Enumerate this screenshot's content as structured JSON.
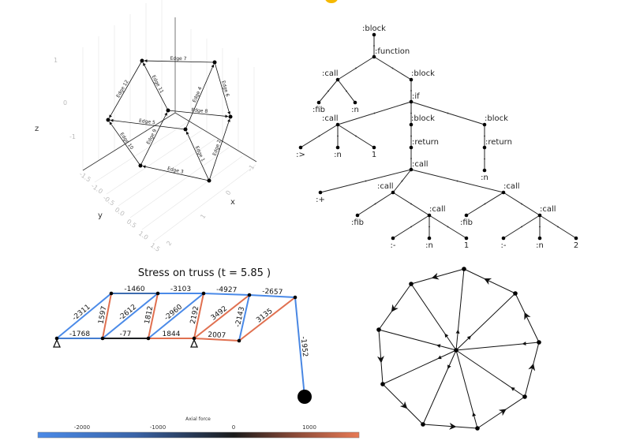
{
  "plot3d": {
    "axis_labels": {
      "x": "x",
      "y": "y",
      "z": "z"
    },
    "z_ticks": [
      "1",
      "0",
      "-1"
    ],
    "y_ticks": [
      "-1.5",
      "-1.0",
      "-0.5",
      "0.0",
      "0.5",
      "1.0",
      "1.5"
    ],
    "x_ticks": [
      "-1",
      "0",
      "1",
      "2"
    ],
    "edges": [
      {
        "label": "Edge 1",
        "from": "H",
        "to": "F"
      },
      {
        "label": "Edge 2",
        "from": "H",
        "to": "E"
      },
      {
        "label": "Edge 3",
        "from": "H",
        "to": "G"
      },
      {
        "label": "Edge 4",
        "from": "F",
        "to": "B"
      },
      {
        "label": "Edge 5",
        "from": "F",
        "to": "C"
      },
      {
        "label": "Edge 6",
        "from": "B",
        "to": "E"
      },
      {
        "label": "Edge 7",
        "from": "B",
        "to": "A"
      },
      {
        "label": "Edge 8",
        "from": "D",
        "to": "E"
      },
      {
        "label": "Edge 9",
        "from": "G",
        "to": "D"
      },
      {
        "label": "Edge 10",
        "from": "G",
        "to": "C"
      },
      {
        "label": "Edge 11",
        "from": "D",
        "to": "A"
      },
      {
        "label": "Edge 12",
        "from": "A",
        "to": "C"
      }
    ]
  },
  "tree": {
    "nodes": [
      {
        "label": ":block",
        "parent": -1
      },
      {
        "label": ":function",
        "parent": 0
      },
      {
        "label": ":call",
        "parent": 1
      },
      {
        "label": ":block",
        "parent": 1
      },
      {
        "label": ":fib",
        "parent": 2
      },
      {
        "label": ":n",
        "parent": 2
      },
      {
        "label": ":if",
        "parent": 3
      },
      {
        "label": ":call",
        "parent": 6
      },
      {
        "label": ":block",
        "parent": 6
      },
      {
        "label": ":block",
        "parent": 6
      },
      {
        "label": ":>",
        "parent": 7
      },
      {
        "label": ":n",
        "parent": 7
      },
      {
        "label": "1",
        "parent": 7
      },
      {
        "label": ":return",
        "parent": 8
      },
      {
        "label": ":return",
        "parent": 9
      },
      {
        "label": ":call",
        "parent": 13
      },
      {
        "label": ":n",
        "parent": 14
      },
      {
        "label": ":+",
        "parent": 15
      },
      {
        "label": ":call",
        "parent": 15
      },
      {
        "label": ":call",
        "parent": 15
      },
      {
        "label": ":fib",
        "parent": 18
      },
      {
        "label": ":call",
        "parent": 18
      },
      {
        "label": ":fib",
        "parent": 19
      },
      {
        "label": ":call",
        "parent": 19
      },
      {
        "label": ":-",
        "parent": 21
      },
      {
        "label": ":n",
        "parent": 21
      },
      {
        "label": "1",
        "parent": 21
      },
      {
        "label": ":-",
        "parent": 23
      },
      {
        "label": ":n",
        "parent": 23
      },
      {
        "label": "2",
        "parent": 23
      }
    ]
  },
  "truss": {
    "title": "Stress on truss (t = 5.85 )",
    "members": [
      {
        "from": 0,
        "to": 5,
        "force": -2311,
        "label": "-2311"
      },
      {
        "from": 5,
        "to": 1,
        "force": 1597,
        "label": "1597"
      },
      {
        "from": 1,
        "to": 6,
        "force": -2612,
        "label": "-2612"
      },
      {
        "from": 6,
        "to": 2,
        "force": 1812,
        "label": "1812"
      },
      {
        "from": 2,
        "to": 7,
        "force": -2960,
        "label": "-2960"
      },
      {
        "from": 7,
        "to": 3,
        "force": 2192,
        "label": "2192"
      },
      {
        "from": 3,
        "to": 8,
        "force": 3492,
        "label": "3492"
      },
      {
        "from": 8,
        "to": 4,
        "force": -2143,
        "label": "-2143"
      },
      {
        "from": 4,
        "to": 9,
        "force": 3135,
        "label": "3135"
      },
      {
        "from": 5,
        "to": 6,
        "force": -1460,
        "label": "-1460"
      },
      {
        "from": 6,
        "to": 7,
        "force": -3103,
        "label": "-3103"
      },
      {
        "from": 7,
        "to": 8,
        "force": -4927,
        "label": "-4927"
      },
      {
        "from": 8,
        "to": 9,
        "force": -2657,
        "label": "-2657"
      },
      {
        "from": 0,
        "to": 1,
        "force": -1768,
        "label": "-1768"
      },
      {
        "from": 1,
        "to": 2,
        "force": -77,
        "label": "-77"
      },
      {
        "from": 2,
        "to": 3,
        "force": 1844,
        "label": "1844"
      },
      {
        "from": 3,
        "to": 4,
        "force": 2007,
        "label": "2007"
      },
      {
        "from": 9,
        "to": 10,
        "force": -1952,
        "label": "-1952"
      }
    ],
    "colorbar": {
      "label": "Axial force",
      "range": [
        -2583,
        1656
      ],
      "ticks": [
        {
          "value": -2000,
          "label": "-2000"
        },
        {
          "value": -1000,
          "label": "-1000"
        },
        {
          "value": 0,
          "label": "0"
        },
        {
          "value": 1000,
          "label": "1000"
        }
      ],
      "colors": {
        "negative": "#4a8ae8",
        "zero": "#1a1a1a",
        "positive": "#e07050"
      }
    }
  },
  "wheel": {
    "spokes": [
      {
        "outer": 0,
        "direction": "out"
      },
      {
        "outer": 1,
        "direction": "out"
      },
      {
        "outer": 2,
        "direction": "out"
      },
      {
        "outer": 3,
        "direction": "out"
      },
      {
        "outer": 4,
        "direction": "out"
      },
      {
        "outer": 5,
        "direction": "in"
      },
      {
        "outer": 6,
        "direction": "in"
      },
      {
        "outer": 7,
        "direction": "in"
      },
      {
        "outer": 8,
        "direction": "out"
      }
    ],
    "rim": [
      [
        0,
        1
      ],
      [
        1,
        2
      ],
      [
        2,
        3
      ],
      [
        3,
        4
      ],
      [
        4,
        5
      ],
      [
        5,
        6
      ],
      [
        6,
        7
      ],
      [
        7,
        8
      ],
      [
        8,
        0
      ]
    ]
  }
}
